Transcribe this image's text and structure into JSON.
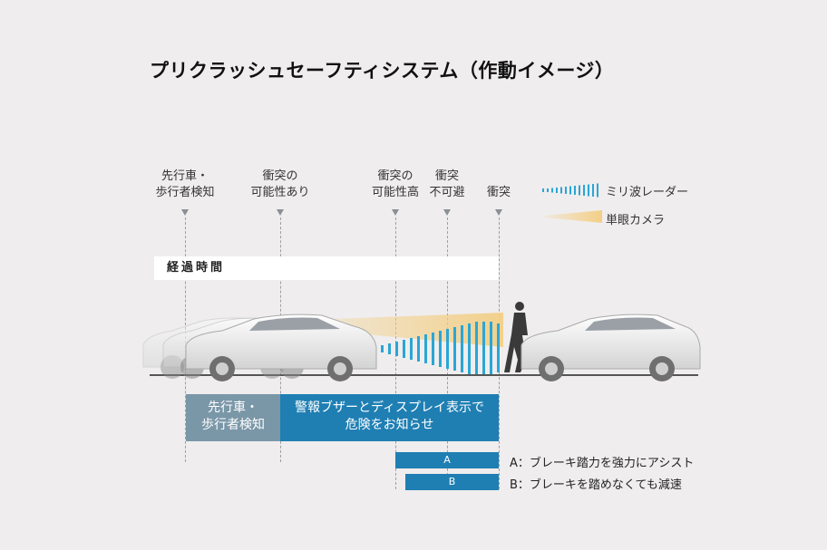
{
  "title": "プリクラッシュセーフティシステム（作動イメージ）",
  "markers": [
    {
      "line1": "先行車・",
      "line2": "歩行者検知"
    },
    {
      "line1": "衝突の",
      "line2": "可能性あり"
    },
    {
      "line1": "衝突の",
      "line2": "可能性高"
    },
    {
      "line1": "衝突",
      "line2": "不可避"
    },
    {
      "line1": "衝突",
      "line2": ""
    }
  ],
  "legend": {
    "radar": "ミリ波レーダー",
    "camera": "単眼カメラ"
  },
  "timeline": "経過時間",
  "phases": [
    {
      "line1": "先行車・",
      "line2": "歩行者検知",
      "color": "#7a97a8"
    },
    {
      "line1": "警報ブザーとディスプレイ表示で",
      "line2": "危険をお知らせ",
      "color": "#1f7fb3"
    }
  ],
  "bars": [
    {
      "label": "A",
      "desc": "A：ブレーキ踏力を強力にアシスト"
    },
    {
      "label": "B",
      "desc": "B：ブレーキを踏めなくても減速"
    }
  ],
  "colors": {
    "radar": "#2aa6d6",
    "camera": "#f3cf86",
    "phase_dark": "#1f7fb3",
    "phase_gray": "#7a97a8"
  }
}
